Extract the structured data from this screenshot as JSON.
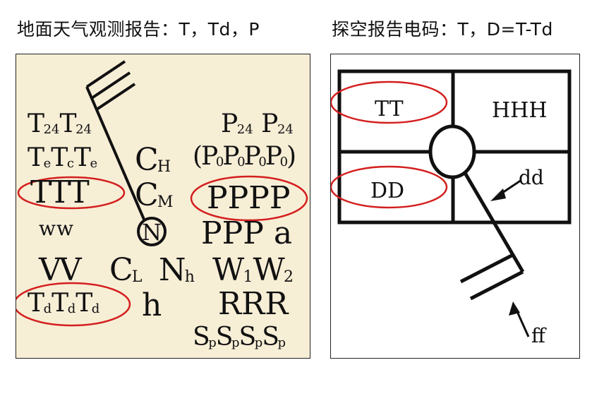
{
  "titles": {
    "left": "地面天气观测报告：T，Td，P",
    "right": "探空报告电码：T，D=T-Td"
  },
  "surface_plot": {
    "t24": [
      "T",
      "24",
      "T",
      "24"
    ],
    "temp_extremes": [
      "T",
      "e",
      "T",
      "c",
      "T",
      "e"
    ],
    "temperature": "TTT",
    "wx_past": "ww",
    "visibility": "VV",
    "dewpoint": [
      "T",
      "d",
      "T",
      "d",
      "T",
      "d"
    ],
    "cloud_high": [
      "C",
      "H"
    ],
    "cloud_mid": [
      "C",
      "M"
    ],
    "cloud_low": [
      "C",
      "L"
    ],
    "cloud_amount": [
      "N",
      "h"
    ],
    "cloud_base": "h",
    "station_symbol": "N",
    "pressure_change24": [
      "P",
      "24",
      "P",
      "24"
    ],
    "pressure_parens": [
      "(P",
      "0",
      "P",
      "0",
      "P",
      "0",
      "P",
      "0",
      ")"
    ],
    "pressure": "PPPP",
    "ppp_a": [
      "PPP",
      "a"
    ],
    "past_weather": [
      "W",
      "1",
      "W",
      "2"
    ],
    "precipitation": "RRR",
    "special": [
      "S",
      "p",
      "S",
      "p",
      "S",
      "p",
      "S",
      "p"
    ]
  },
  "upper_air_plot": {
    "temperature": "TT",
    "height": "HHH",
    "dewpoint_depression": "DD",
    "wind_direction": "dd",
    "wind_speed": "ff"
  },
  "colors": {
    "highlight_ellipse": "#d41f1f",
    "left_background": "#f7eed6"
  }
}
